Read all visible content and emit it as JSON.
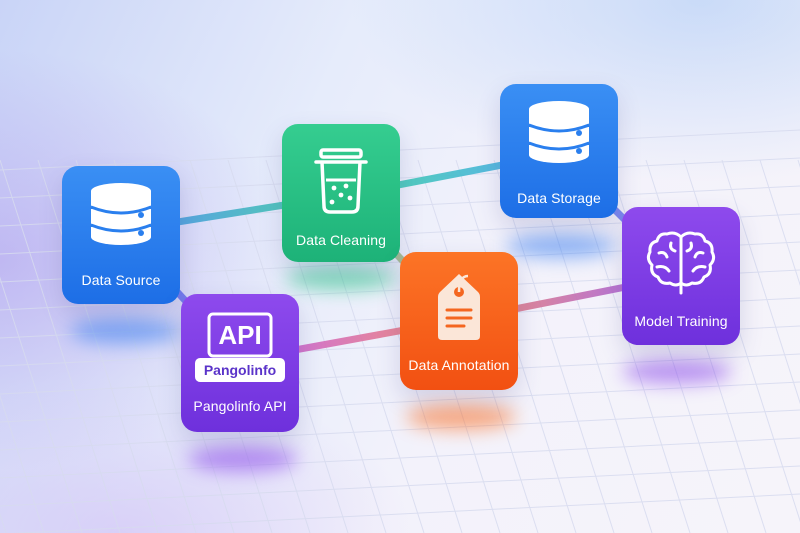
{
  "diagram": {
    "nodes": [
      {
        "id": "source",
        "label": "Data Source",
        "icon": "database-icon",
        "color_top": "#2f87f2",
        "color_bottom": "#1d6ee6"
      },
      {
        "id": "cleaning",
        "label": "Data Cleaning",
        "icon": "beaker-icon",
        "color_top": "#2fca8c",
        "color_bottom": "#1db278"
      },
      {
        "id": "storage",
        "label": "Data Storage",
        "icon": "database-icon",
        "color_top": "#2f87f2",
        "color_bottom": "#1d6ee6"
      },
      {
        "id": "api",
        "label": "Pangolinfo API",
        "icon": "api-icon",
        "badge_title": "API",
        "badge_pill": "Pangolinfo",
        "color_top": "#8a45eb",
        "color_bottom": "#6e30dc"
      },
      {
        "id": "annotation",
        "label": "Data Annotation",
        "icon": "tag-icon",
        "color_top": "#fb6e22",
        "color_bottom": "#f25012"
      },
      {
        "id": "training",
        "label": "Model Training",
        "icon": "brain-icon",
        "color_top": "#8a45eb",
        "color_bottom": "#6e30dc"
      }
    ],
    "edges": [
      {
        "from": "source",
        "to": "cleaning"
      },
      {
        "from": "cleaning",
        "to": "storage"
      },
      {
        "from": "source",
        "to": "api"
      },
      {
        "from": "api",
        "to": "annotation"
      },
      {
        "from": "cleaning",
        "to": "annotation"
      },
      {
        "from": "annotation",
        "to": "training"
      },
      {
        "from": "storage",
        "to": "training"
      }
    ]
  }
}
